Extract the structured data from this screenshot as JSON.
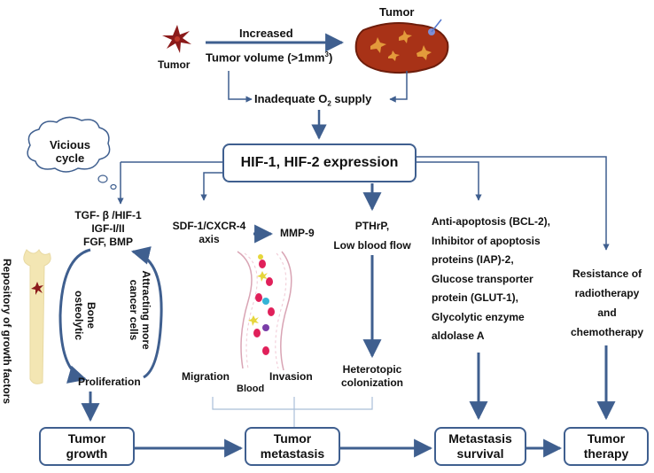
{
  "top": {
    "tumor_small_label": "Tumor",
    "tumor_big_label": "Tumor",
    "increased": "Increased",
    "tumor_volume": "Tumor volume (>1mm",
    "tumor_volume_sup": "3",
    "tumor_volume_end": ")",
    "inadequate": "Inadequate O",
    "inadequate_sub": "2",
    "inadequate_end": " supply"
  },
  "vicious_cycle": {
    "line1": "Vicious",
    "line2": "cycle"
  },
  "hif_box": "HIF-1, HIF-2 expression",
  "left_branch": {
    "factors_line1": "TGF- β /HIF-1",
    "factors_line2": "IGF-I/II",
    "factors_line3": "FGF, BMP",
    "bone_osteolytic_1": "Bone",
    "bone_osteolytic_2": "osteolytic",
    "attracting_1": "Attracting more",
    "attracting_2": "cancer cells",
    "proliferation": "Proliferation",
    "repository": "Repository of growth factors"
  },
  "middle_branch": {
    "sdf_line1": "SDF-1/CXCR-4",
    "sdf_line2": "axis",
    "mmp": "MMP-9",
    "migration": "Migration",
    "blood": "Blood",
    "invasion": "Invasion"
  },
  "pthrp_branch": {
    "line1": "PTHrP,",
    "line2": "Low blood flow",
    "heterotopic_1": "Heterotopic",
    "heterotopic_2": "colonization"
  },
  "survival_branch": {
    "lines": [
      "Anti-apoptosis (BCL-2),",
      "Inhibitor of apoptosis",
      "proteins (IAP)-2,",
      "Glucose transporter",
      "protein (GLUT-1),",
      "Glycolytic enzyme",
      "aldolase A"
    ]
  },
  "therapy_branch": {
    "line1": "Resistance of",
    "line2": "radiotherapy",
    "line3": "and",
    "line4": "chemotherapy"
  },
  "bottom_boxes": {
    "growth_1": "Tumor",
    "growth_2": "growth",
    "metastasis_1": "Tumor",
    "metastasis_2": "metastasis",
    "survival_1": "Metastasis",
    "survival_2": "survival",
    "therapy_1": "Tumor",
    "therapy_2": "therapy"
  },
  "colors": {
    "arrow": "#3f5f8f",
    "box_border": "#3f5f8f",
    "bone": "#f3e6b3",
    "tumor_fill": "#a83217",
    "star": "#8b1a1a",
    "light_line": "#a9bfd8"
  }
}
